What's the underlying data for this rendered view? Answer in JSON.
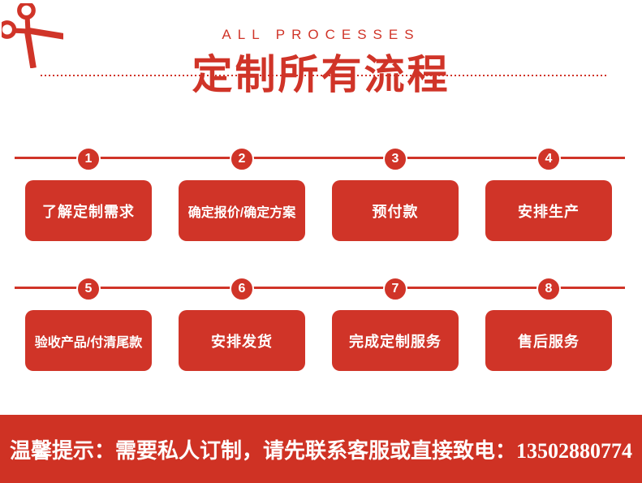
{
  "colors": {
    "primary": "#d03428",
    "banner": "#cf3224",
    "bg": "#ffffff"
  },
  "header": {
    "eyebrow": "ALL PROCESSES",
    "title": "定制所有流程",
    "scissors_icon": "scissors-icon"
  },
  "steps": [
    {
      "number": "1",
      "label": "了解定制需求"
    },
    {
      "number": "2",
      "label": "确定报价/确定方案"
    },
    {
      "number": "3",
      "label": "预付款"
    },
    {
      "number": "4",
      "label": "安排生产"
    },
    {
      "number": "5",
      "label": "验收产品/付清尾款"
    },
    {
      "number": "6",
      "label": "安排发货"
    },
    {
      "number": "7",
      "label": "完成定制服务"
    },
    {
      "number": "8",
      "label": "售后服务"
    }
  ],
  "footer": {
    "notice_prefix": "温馨提示：需要私人订制，请先联系客服或直接致电：",
    "phone": "13502880774"
  }
}
